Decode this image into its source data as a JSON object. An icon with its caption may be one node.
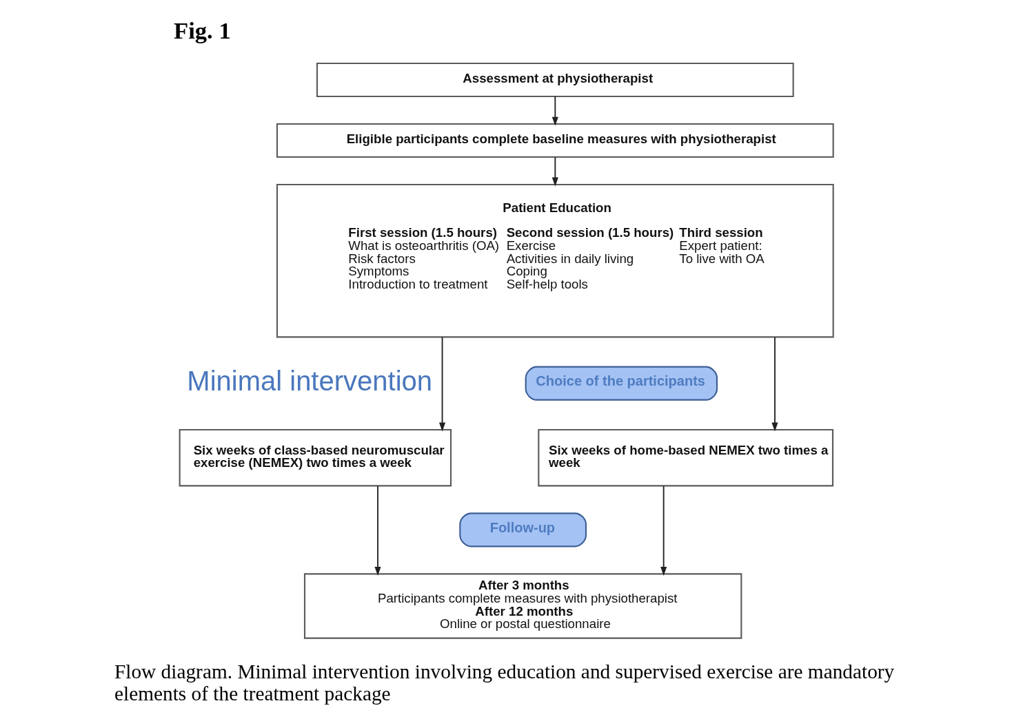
{
  "diagram": {
    "title": "Fig. 1",
    "caption": "Flow diagram. Minimal intervention involving education and supervised exercise are mandatory elements of the treatment package",
    "nodes": [
      {
        "text": [
          "Assessment at physiotherapist"
        ]
      },
      {
        "text": [
          "Eligible participants complete baseline measures with physiotherapist"
        ]
      },
      {
        "text": [
          "Patient Education",
          "First session (1.5 hours)",
          "What is osteoarthritis (OA)",
          "Risk factors",
          "Symptoms",
          "Introduction to treatment",
          "Second session (1.5 hours)",
          "Exercise",
          "Activities in daily living",
          "Coping",
          "Self-help tools",
          "Third session",
          "Expert patient:",
          "To live with OA"
        ]
      },
      {
        "text": [
          "Choice of the participants"
        ]
      },
      {
        "text": [
          "Six weeks of class-based neuromuscular exercise (NEMEX) two times a week"
        ]
      },
      {
        "text": [
          "Six weeks of home-based NEMEX two times a week"
        ]
      },
      {
        "text": [
          "Follow-up"
        ]
      },
      {
        "text": [
          "After 3 months",
          "Participants complete measures with physiotherapist",
          "After 12 months",
          "Online or postal questionnaire"
        ]
      }
    ],
    "edges": [
      {
        "from": 0,
        "to": 1,
        "arrow": "to"
      },
      {
        "from": 1,
        "to": 2,
        "arrow": "to"
      },
      {
        "from": 2,
        "to": 4,
        "arrow": "to"
      },
      {
        "from": 2,
        "to": 5,
        "arrow": "to"
      },
      {
        "from": 4,
        "to": 7,
        "arrow": "to"
      },
      {
        "from": 5,
        "to": 7,
        "arrow": "to"
      }
    ],
    "labels": [
      "Minimal intervention"
    ]
  }
}
